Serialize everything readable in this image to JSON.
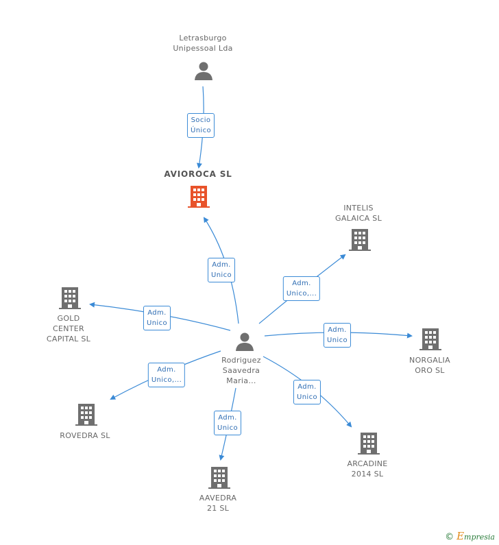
{
  "nodes": {
    "letrasburgo": {
      "label": "Letrasburgo\nUnipessoal Lda",
      "icon": "person-icon"
    },
    "avioroca": {
      "label": "AVIOROCA SL",
      "icon": "building-icon",
      "color": "#e8532b"
    },
    "intelis": {
      "label": "INTELIS\nGALAICA SL",
      "icon": "building-icon"
    },
    "gold": {
      "label": "GOLD\nCENTER\nCAPITAL SL",
      "icon": "building-icon"
    },
    "rodriguez": {
      "label": "Rodriguez\nSaavedra\nMaria...",
      "icon": "person-icon"
    },
    "norgalia": {
      "label": "NORGALIA\nORO SL",
      "icon": "building-icon"
    },
    "rovedra": {
      "label": "ROVEDRA SL",
      "icon": "building-icon"
    },
    "arcadine": {
      "label": "ARCADINE\n2014 SL",
      "icon": "building-icon"
    },
    "aavedra": {
      "label": "AAVEDRA\n21 SL",
      "icon": "building-icon"
    }
  },
  "edges": {
    "socio": "Socio\nÚnico",
    "to_avioroca": "Adm.\nUnico",
    "to_intelis": "Adm.\nUnico,...",
    "to_gold": "Adm.\nUnico",
    "to_norgalia": "Adm.\nUnico",
    "to_rovedra": "Adm.\nUnico,...",
    "to_arcadine": "Adm.\nUnico",
    "to_aavedra": "Adm.\nUnico"
  },
  "colors": {
    "edge": "#3a8ad6",
    "building": "#6f6f6f",
    "highlight": "#e8532b"
  },
  "copyright": {
    "symbol": "©",
    "brand_initial": "E",
    "brand_rest": "mpresia"
  }
}
